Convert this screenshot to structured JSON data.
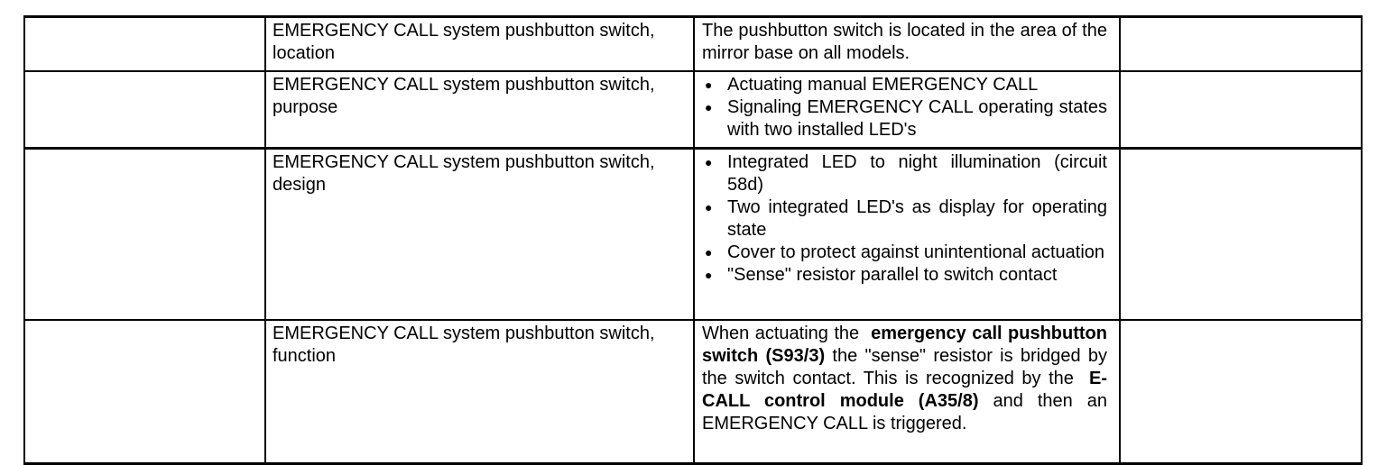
{
  "page": {
    "background_color": "#ffffff",
    "border_color": "#000000"
  },
  "table": {
    "bullet_glyph": "●",
    "rows": [
      {
        "item": "EMERGENCY CALL system pushbutton switch, location",
        "description": [
          {
            "text": "The pushbutton switch is located in the area of the mirror base on all models."
          }
        ]
      },
      {
        "item": "EMERGENCY CALL system pushbutton switch, purpose",
        "bullets": [
          "Actuating manual EMERGENCY CALL",
          "Signaling EMERGENCY CALL operating states with two installed LED's"
        ]
      },
      {
        "item": "EMERGENCY CALL system pushbutton switch, design",
        "bullets": [
          "Integrated LED to night illumination (circuit 58d)",
          "Two integrated LED's as display for operating state",
          "Cover to protect against unintentional actuation",
          "\"Sense\" resistor parallel to switch contact"
        ]
      },
      {
        "item": "EMERGENCY CALL system pushbutton switch, function",
        "description": [
          {
            "text": "When actuating the  "
          },
          {
            "text": "emergency call pushbutton switch (S93/3)",
            "bold": true
          },
          {
            "text": " the \"sense\" resistor is bridged by the switch contact. This is recognized by the  "
          },
          {
            "text": "E-CALL control module (A35/8)",
            "bold": true
          },
          {
            "text": " and then an EMERGENCY CALL is triggered."
          }
        ]
      }
    ]
  }
}
